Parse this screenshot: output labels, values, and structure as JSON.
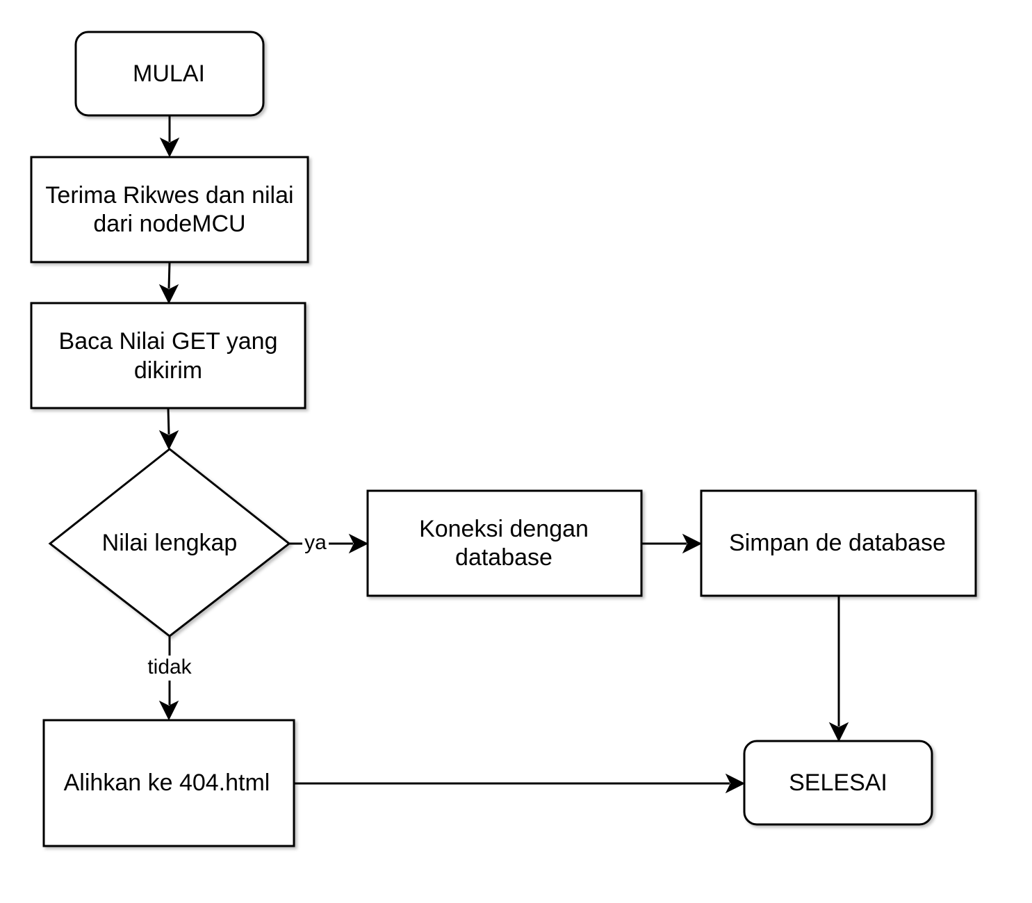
{
  "diagram": {
    "nodes": {
      "start": "MULAI",
      "receive": {
        "line1": "Terima Rikwes dan nilai",
        "line2": "dari nodeMCU"
      },
      "read": {
        "line1": "Baca Nilai GET yang",
        "line2": "dikirim"
      },
      "decision": "Nilai lengkap",
      "connect": {
        "line1": "Koneksi dengan",
        "line2": "database"
      },
      "save": "Simpan de database",
      "redirect": "Alihkan ke 404.html",
      "end": "SELESAI"
    },
    "edges": {
      "yes_label": "ya",
      "no_label": "tidak"
    }
  }
}
